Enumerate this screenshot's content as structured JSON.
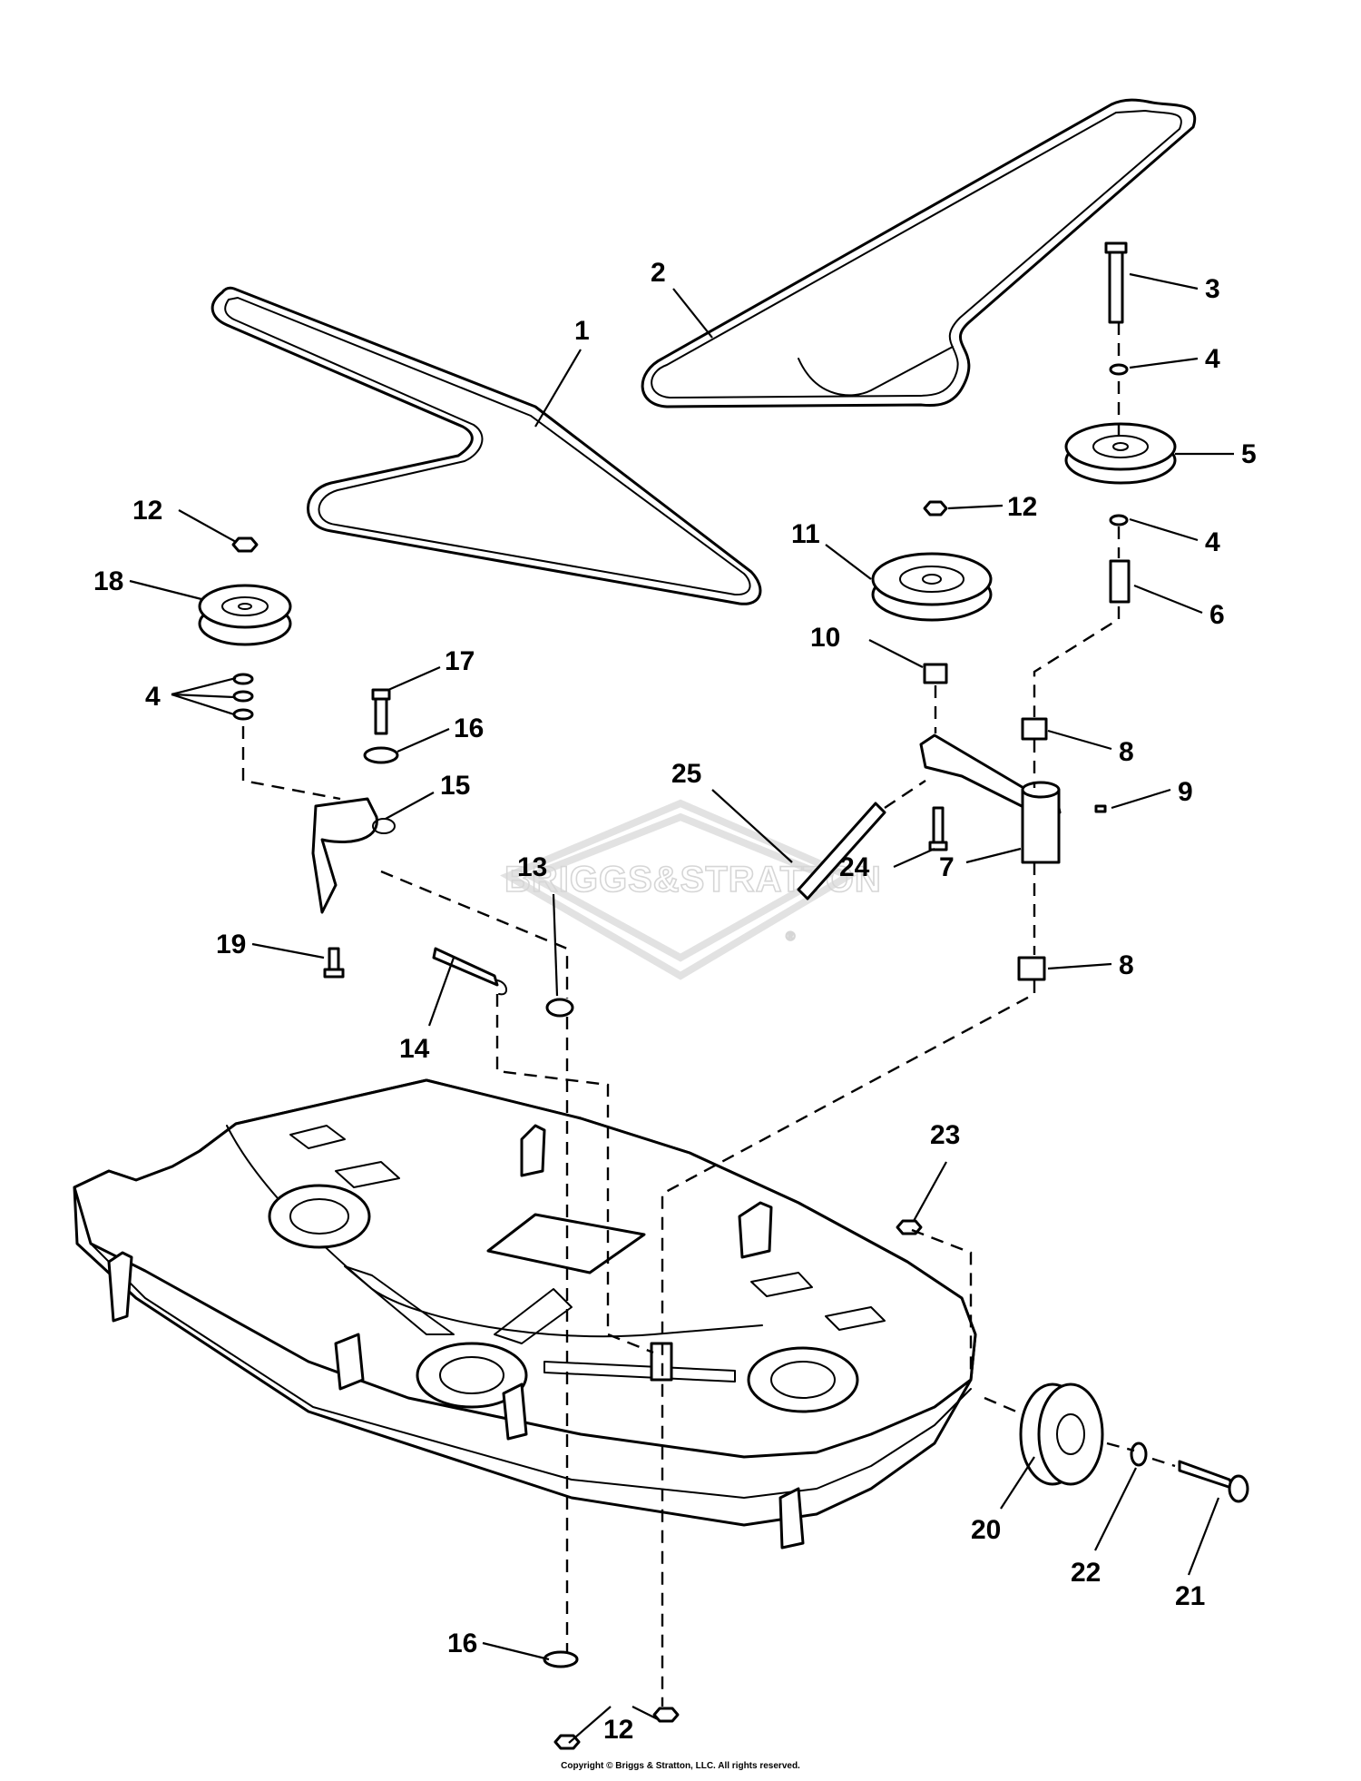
{
  "watermark": {
    "brand": "BRIGGS&STRATTON",
    "trademark": "®"
  },
  "callouts": {
    "c1": "1",
    "c2": "2",
    "c3": "3",
    "c4a": "4",
    "c4b": "4",
    "c4c": "4",
    "c5": "5",
    "c6": "6",
    "c7": "7",
    "c8a": "8",
    "c8b": "8",
    "c9": "9",
    "c10": "10",
    "c11": "11",
    "c12a": "12",
    "c12b": "12",
    "c12c": "12",
    "c13": "13",
    "c14": "14",
    "c15": "15",
    "c16a": "16",
    "c16b": "16",
    "c17": "17",
    "c18": "18",
    "c19": "19",
    "c20": "20",
    "c21": "21",
    "c22": "22",
    "c23": "23",
    "c24": "24",
    "c25": "25"
  },
  "footer": {
    "copyright": "Copyright © Briggs & Stratton, LLC. All rights reserved."
  }
}
